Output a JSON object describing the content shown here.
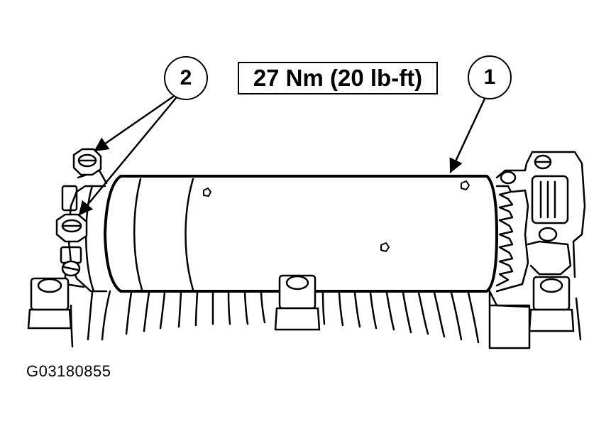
{
  "spec": {
    "torque": "27 Nm (20 lb-ft)"
  },
  "callouts": [
    {
      "number": "1",
      "target": "starter-motor"
    },
    {
      "number": "2",
      "target": "mounting-bolts"
    }
  ],
  "figure": {
    "id": "G03180855"
  },
  "colors": {
    "ink": "#000000",
    "paper": "#ffffff"
  }
}
